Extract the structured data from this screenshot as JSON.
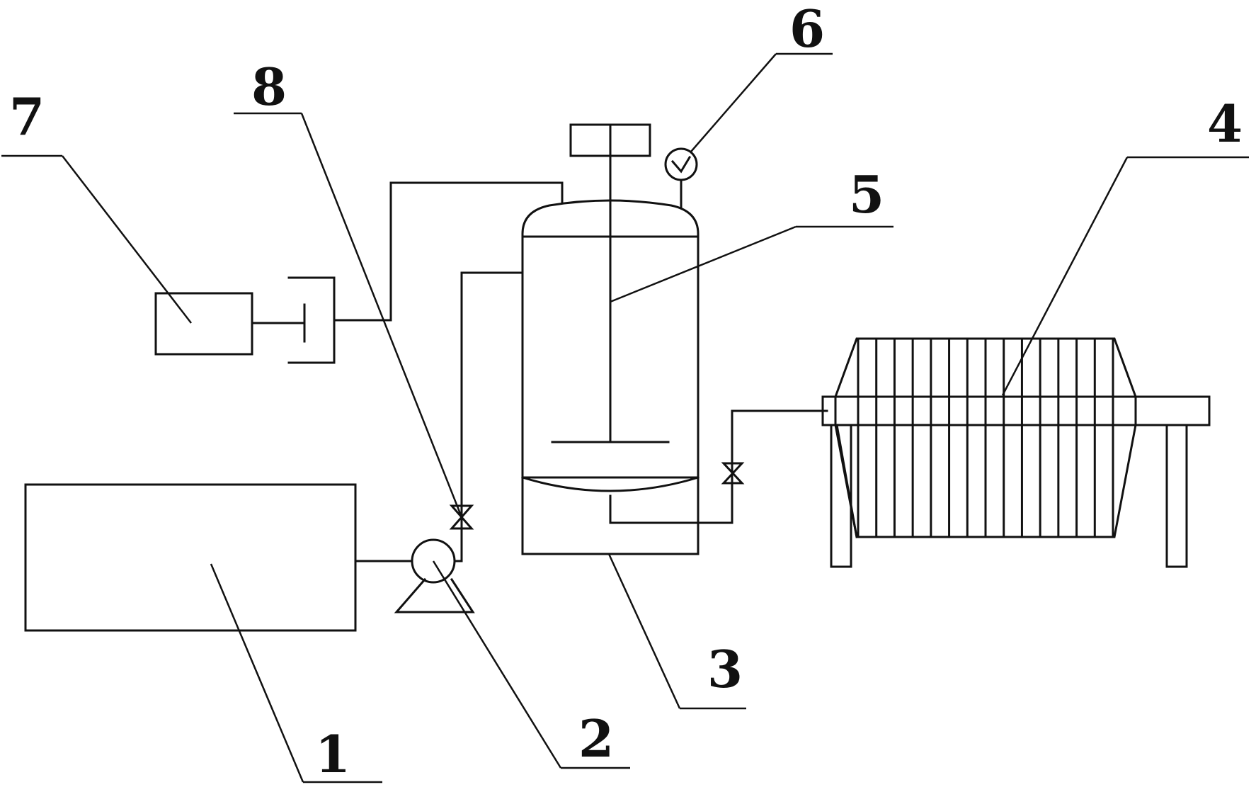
{
  "labels": {
    "one": "1",
    "two": "2",
    "three": "3",
    "four": "4",
    "five": "5",
    "six": "6",
    "seven": "7",
    "eight": "8"
  },
  "colors": {
    "stroke": "#111111",
    "background": "#ffffff"
  }
}
